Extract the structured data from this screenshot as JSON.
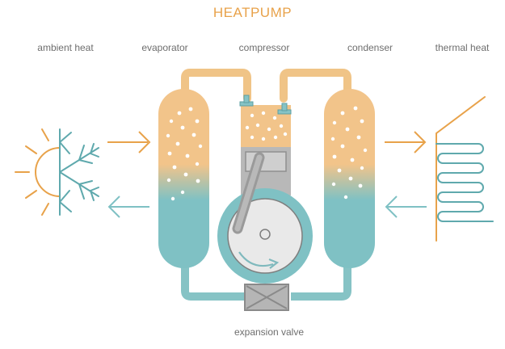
{
  "title": "HEATPUMP",
  "labels": {
    "ambient": "ambient heat",
    "evaporator": "evaporator",
    "compressor": "compressor",
    "condenser": "condenser",
    "thermal": "thermal heat",
    "valve": "expansion valve"
  },
  "colors": {
    "accent": "#e8a24a",
    "warm": "#f2c48a",
    "cool": "#7fc1c4",
    "pipe_warm": "#f0c487",
    "pipe_cool": "#86c3c5",
    "grey": "#bdbdbd",
    "text": "#6e6e6e"
  },
  "icons": {
    "sun": "sun-icon",
    "snowflake": "snowflake-icon",
    "radiator": "radiator-icon"
  }
}
